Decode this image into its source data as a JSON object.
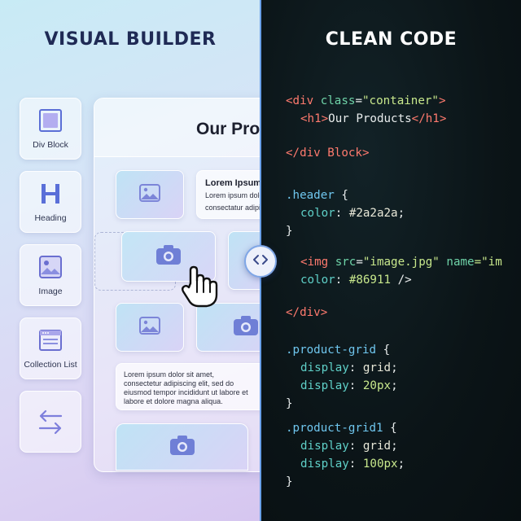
{
  "left_title": "VISUAL BUILDER",
  "right_title": "CLEAN CODE",
  "tools": [
    {
      "label": "Div Block",
      "icon": "div-block-icon"
    },
    {
      "label": "Heading",
      "icon": "heading-icon"
    },
    {
      "label": "Image",
      "icon": "image-icon"
    },
    {
      "label": "Collection List",
      "icon": "collection-list-icon"
    },
    {
      "label": "",
      "icon": "swap-arrows-icon"
    }
  ],
  "canvas": {
    "title": "Our Products",
    "text_card_top": {
      "title": "Lorem Ipsum",
      "body_line1": "Lorem ipsum dolor",
      "body_line2": "consectatur adipis"
    },
    "text_card_bottom": {
      "line1": "Lorem ipsum dolor sit amet,",
      "line2": "consectetur adipiscing elit, sed do",
      "line3": "eiusmod tempor incididunt ut labore et",
      "line4": "labore et dolore magna aliqua."
    }
  },
  "divider_icon": "code-brackets-icon",
  "code": {
    "l1": {
      "a": "<div ",
      "b": "class",
      "c": "=",
      "d": "\"container\"",
      "e": ">"
    },
    "l2": {
      "a": "<h1>",
      "b": "Our Products",
      "c": "</h1>"
    },
    "l3": {
      "a": "</div Block>"
    },
    "l4": {
      "a": ".header",
      "b": " {"
    },
    "l5": {
      "a": "color",
      "b": ": ",
      "c": "#2a2a2a",
      "d": ";"
    },
    "l6": {
      "a": "}"
    },
    "l7": {
      "a": "<img ",
      "b": "src",
      "c": "=",
      "d": "\"image.jpg\"",
      "e": " name",
      "f": "=\"im"
    },
    "l8": {
      "a": "color",
      "b": ": ",
      "c": "#86911",
      "d": " />"
    },
    "l9": {
      "a": "</div>"
    },
    "l10": {
      "a": ".product-grid",
      "b": " {"
    },
    "l11": {
      "a": "display",
      "b": ": ",
      "c": "grid",
      "d": ";"
    },
    "l12": {
      "a": "display",
      "b": ": ",
      "c": "20px",
      "d": ";"
    },
    "l13": {
      "a": "}"
    },
    "l14": {
      "a": ".product-grid1",
      "b": " {"
    },
    "l15": {
      "a": "display",
      "b": ": ",
      "c": "grid",
      "d": ";"
    },
    "l16": {
      "a": "display",
      "b": ": ",
      "c": "100px",
      "d": ";"
    },
    "l17": {
      "a": "}"
    }
  }
}
